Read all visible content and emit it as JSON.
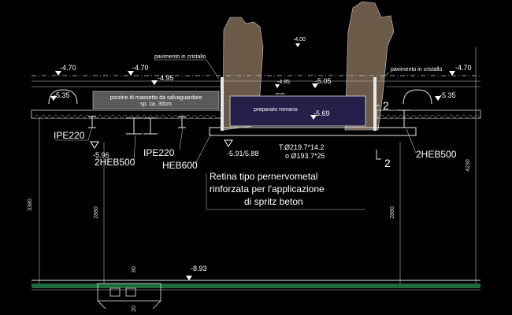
{
  "levels": {
    "l_470_left": "-4.70",
    "l_535_left": "-5.35",
    "l_470_mid": "-4.70",
    "l_495": "-4.95",
    "l_400": "-4.00",
    "l_495_small": "-4.95",
    "l_505": "-5.05",
    "l_569": "-5.69",
    "l_470_right": "-4.70",
    "l_535_right": "-5.35",
    "l_596": "-5.96",
    "l_591": "-5.91/5.88",
    "l_893": "-8.93"
  },
  "labels": {
    "pavimento_left": "pavimento in cristallo",
    "pavimento_right": "pavimento in cristallo",
    "massetto_line1": "porzine di massetto da salvaguardare",
    "massetto_line2": "sp. ca. 30cm",
    "preparato": "preparato romano",
    "ipe220_left": "IPE220",
    "heb500_left": "2HEB500",
    "ipe220_mid": "IPE220",
    "heb600": "HEB600",
    "heb500_right": "2HEB500",
    "section_2_top": "2",
    "section_2_bottom": "2",
    "tube_line1": "T.Ø219.7*14.2",
    "tube_line2": "o Ø193.7*25",
    "rete_line1": "Retina tipo pernervometal",
    "rete_line2": "rinforzata per l'applicazione",
    "rete_line3": "di spritz beton",
    "small_note": "tenuta"
  },
  "dimensions": {
    "d3380": "3380",
    "d2880_left": "2880",
    "d2880_right": "2880",
    "d4230": "4230",
    "d80": "80",
    "d20": "20"
  },
  "colors": {
    "background": "#000000",
    "rock": "#6b5a48",
    "preparato_fill": "#24204a",
    "massetto_fill": "#5a5a5a",
    "level_marker": "#ffffff",
    "green_band": "#1f6a3a"
  }
}
